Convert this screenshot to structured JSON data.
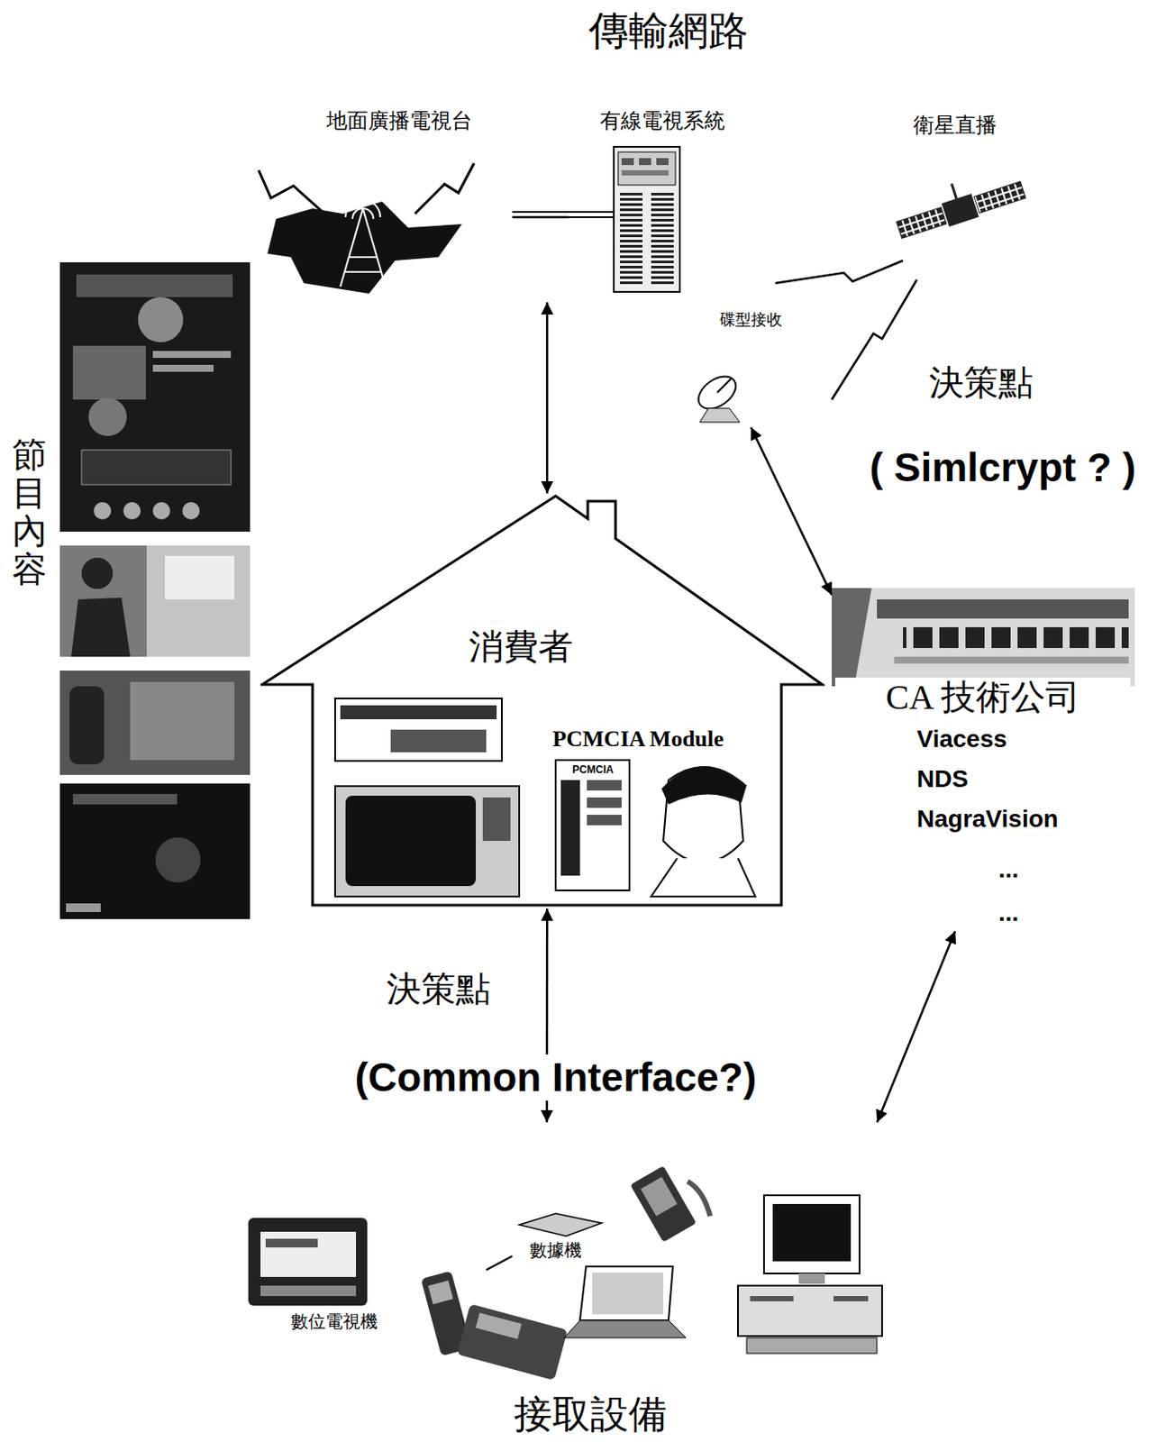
{
  "diagram": {
    "nodes": [
      {
        "text": [
          "傳輸網路"
        ]
      },
      {
        "text": [
          "地面廣播電視台"
        ],
        "in": 0
      },
      {
        "text": [
          "有線電視系統"
        ],
        "in": 0
      },
      {
        "text": [
          "衛星直播"
        ],
        "in": 0
      },
      {
        "text": [
          "碟型接收"
        ]
      },
      {
        "text": [
          "節目內容"
        ]
      },
      {
        "text": [
          "消費者",
          "PCMCIA Module"
        ]
      },
      {
        "text": [
          "CA 技術公司",
          "Viacess",
          "NDS",
          "NagraVision",
          "...",
          "..."
        ]
      },
      {
        "text": [
          "接取設備"
        ]
      },
      {
        "text": [
          "數位電視機"
        ],
        "in": 8
      },
      {
        "text": [
          "數據機"
        ],
        "in": 8
      }
    ],
    "edges": [
      {
        "from": 0,
        "to": 6,
        "arrow": "both"
      },
      {
        "from": 4,
        "to": 7,
        "arrow": "both"
      },
      {
        "from": 6,
        "to": 8,
        "arrow": "both"
      },
      {
        "from": 8,
        "to": 7,
        "arrow": "both"
      },
      {
        "from": 1,
        "to": 2,
        "arrow": "none"
      }
    ],
    "labels": [
      "決策點",
      "( Simlcrypt ? )",
      "決策點",
      "(Common Interface?)",
      "PCMCIA"
    ]
  }
}
